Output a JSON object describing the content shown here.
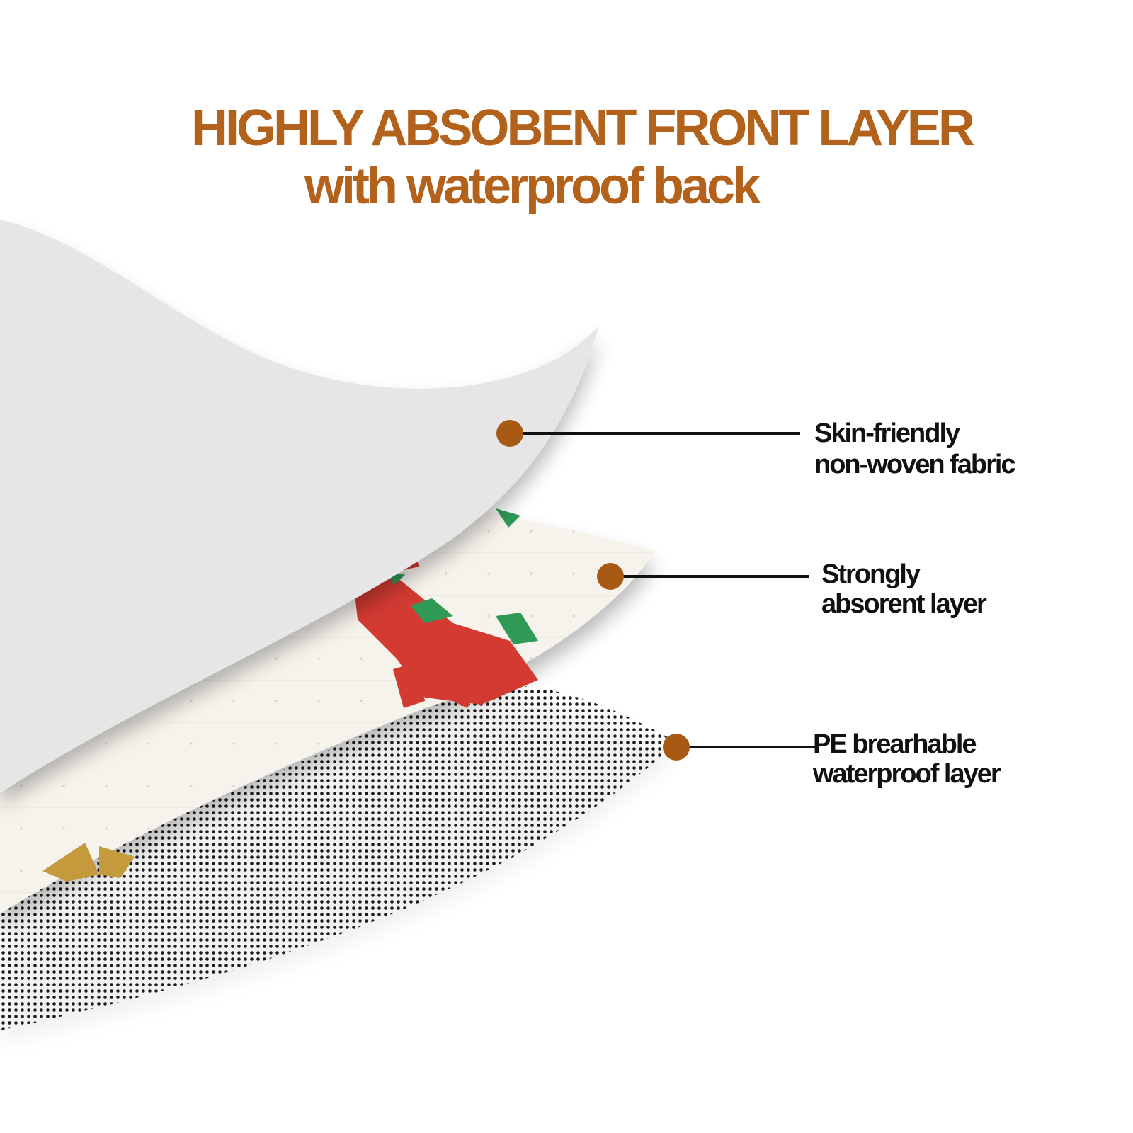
{
  "title": {
    "line1": "HIGHLY ABSOBENT FRONT LAYER",
    "line2": "with waterproof  back"
  },
  "callouts": [
    {
      "line1": "Skin-friendly",
      "line2": "non-woven fabric"
    },
    {
      "line1": "Strongly",
      "line2": "absorent layer"
    },
    {
      "line1": "PE brearhable",
      "line2": "waterproof  layer"
    }
  ],
  "colors": {
    "title": "#b3621c",
    "marker": "#a85a14",
    "top_layer": "#e6e6e6",
    "middle_layer": "#f6f3ec",
    "pattern_red": "#d23a32",
    "pattern_green": "#2e9a55",
    "pattern_gold": "#c49a3c",
    "bottom_dots": "#1a1a1a"
  }
}
